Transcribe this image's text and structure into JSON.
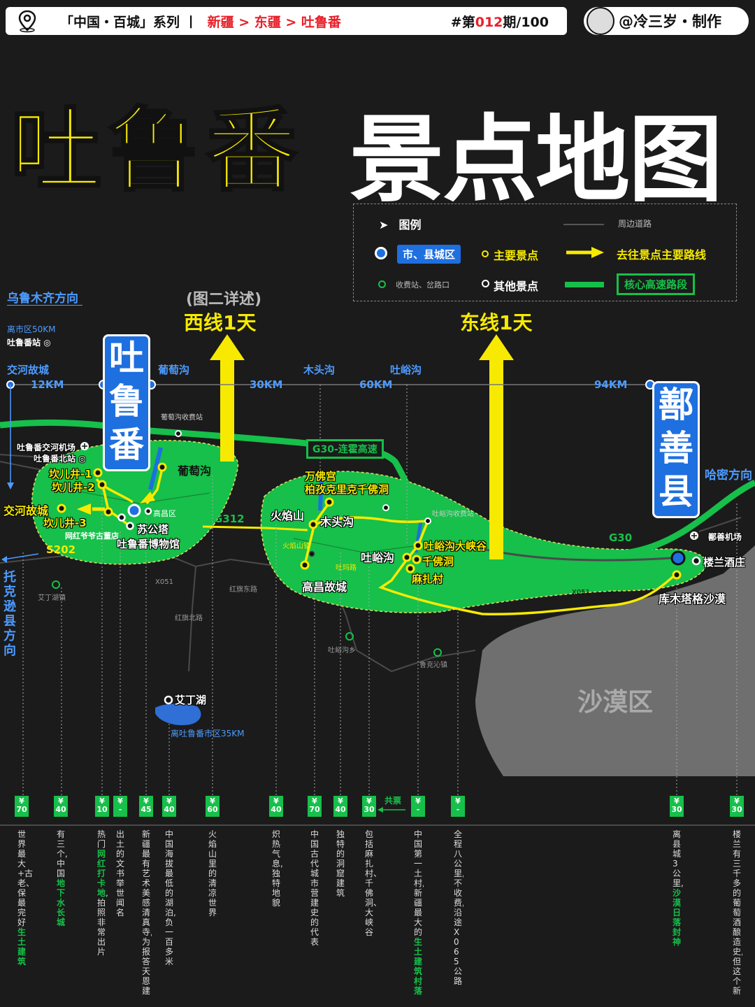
{
  "header": {
    "series": "「中国・百城」系列 丨",
    "breadcrumb": "新疆 > 东疆 > 吐鲁番",
    "issue_prefix": "#第",
    "issue_num": "012",
    "issue_suffix": "期/100",
    "author": "@冷三岁・制作"
  },
  "title": {
    "city": "吐鲁番",
    "subtitle": "景点地图"
  },
  "legend": {
    "title": "图例",
    "nearby_road": "周边道路",
    "city_area": "市、县城区",
    "main_spot": "主要景点",
    "main_route": "去往景点主要路线",
    "toll": "收费站、岔路口",
    "other_spot": "其他景点",
    "core_highway": "核心高速路段"
  },
  "routes": {
    "west_note": "(图二详述)",
    "west": "西线1天",
    "east": "东线1天"
  },
  "axis": {
    "urumqi": "乌鲁木齐方向",
    "south_station_dist": "离市区50KM",
    "south_station": "吐鲁番站",
    "jiaohe": "交河故城",
    "d1": "12KM",
    "putao": "葡萄沟",
    "d2": "30KM",
    "mutou": "木头沟",
    "d3": "60KM",
    "tuyu": "吐峪沟",
    "d4": "94KM",
    "hami": "哈密方向",
    "toksun": "托克逊县方向"
  },
  "cities": {
    "turpan": "吐鲁番",
    "shanshan": "鄯善县"
  },
  "map": {
    "airport": "吐鲁番交河机场",
    "north_station": "吐鲁番北站",
    "toll_putao": "葡萄沟收费站",
    "karez1": "坎儿井-1",
    "karez2": "坎儿井-2",
    "karez3": "坎儿井-3",
    "jiaohe_city": "交河故城",
    "putaogou": "葡萄沟",
    "gaochang_dist": "高昌区",
    "sugong": "苏公塔",
    "museum": "吐鲁番博物馆",
    "grandpa": "网红爷爷古董店",
    "g312a": "G312",
    "s202": "S202",
    "g30_label": "G30-连霍高速",
    "wanfo": "万佛宫",
    "bezeklik": "柏孜克里克千佛洞",
    "huoyan": "火焰山",
    "mutougou": "木头沟",
    "huoyan_town": "火焰山镇",
    "tuyugou": "吐峪沟",
    "tuyu_canyon": "吐峪沟大峡谷",
    "qianfo": "千佛洞",
    "mazar": "麻扎村",
    "gaochang": "高昌故城",
    "tuyu_toll": "吐峪沟收费站",
    "tuma_road": "吐玛路",
    "g30": "G30",
    "g312b": "G312",
    "x051": "X051",
    "x051b": "X051",
    "airport2": "鄯善机场",
    "loulan": "楼兰酒庄",
    "kumtag": "库木塔格沙漠",
    "aiding_town": "艾丁湖镇",
    "hongqi_east": "红旗东路",
    "hongqi_north": "红旗北路",
    "tuyu_town": "吐峪沟乡",
    "lukeqin": "鲁克沁镇",
    "aiding_lake": "艾丁湖",
    "aiding_dist": "离吐鲁番市区35KM",
    "desert": "沙漠区"
  },
  "prices": {
    "shared": "共票",
    "items": [
      {
        "p": "70",
        "d": "世界最大+古老、保最完好",
        "h": "生土建筑"
      },
      {
        "p": "40",
        "d": "有三个,中国",
        "h": "地下水长城"
      },
      {
        "p": "10",
        "d": "热门",
        "h": "网红打卡地",
        "d2": ",拍照非常出片"
      },
      {
        "p": "-",
        "d": "出土的文书举世闻名"
      },
      {
        "p": "45",
        "d": "新疆最有艺术美感清真寺,为报答天恩建"
      },
      {
        "p": "40",
        "d": "中国海拔最低的湖泊,负一百多米"
      },
      {
        "p": "60",
        "d": "火焰山里的清凉世界"
      },
      {
        "p": "40",
        "d": "炽热气息,独特地貌"
      },
      {
        "p": "70",
        "d": "中国古代城市营建史的代表"
      },
      {
        "p": "40",
        "d": "独特的洞窟建筑"
      },
      {
        "p": "30",
        "d": "包括麻扎村、千佛洞、大峡谷"
      },
      {
        "p": "-",
        "d": "中国第一土村,新疆最大的",
        "h": "生土建筑村落"
      },
      {
        "p": "-",
        "d": "全程八公里,不收费,沿途X065公路"
      },
      {
        "p": "30",
        "d": "离县城3公里,",
        "h": "沙漠日落封神"
      },
      {
        "p": "30",
        "d": "楼兰有三千多的葡萄酒酿造史,但这个新"
      }
    ]
  }
}
